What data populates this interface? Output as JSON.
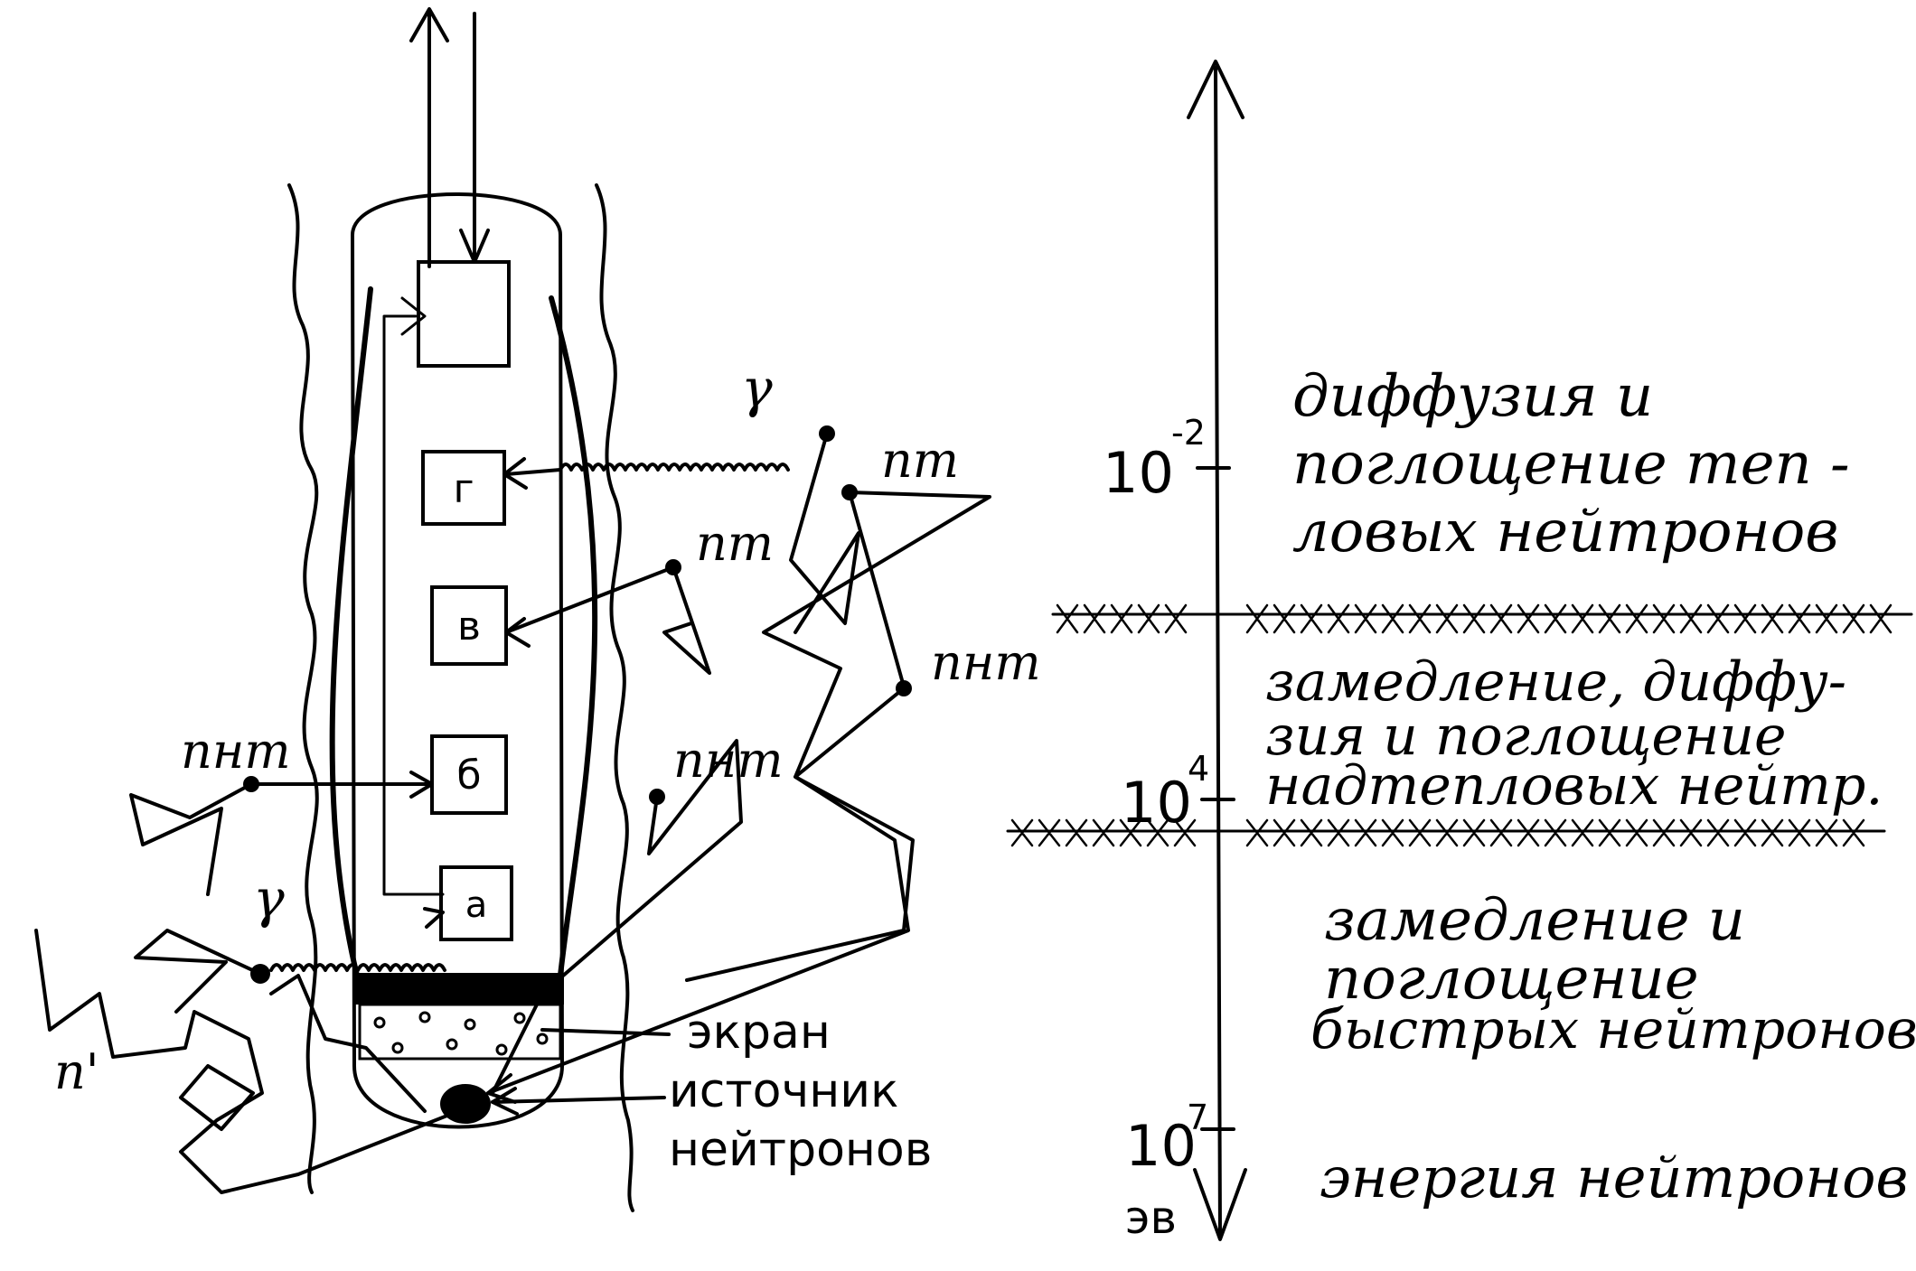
{
  "tool": {
    "blocks": [
      "г",
      "в",
      "б",
      "а"
    ],
    "top_block": "",
    "screen_label": "экран",
    "source_label_line1": "источник",
    "source_label_line2": "нейтронов"
  },
  "particles": {
    "gamma_upper": "γ",
    "gamma_lower": "γ",
    "n_t_a": "nт",
    "n_t_b": "nт",
    "n_nt_a": "nнт",
    "n_nt_b": "nнт",
    "n_nt_c": "nнт",
    "n_prime": "n'"
  },
  "energy_axis": {
    "tick_1e-2": "10",
    "tick_1e-2_exp": "-2",
    "tick_1e4": "10",
    "tick_1e4_exp": "4",
    "tick_1e7": "10",
    "tick_1e7_exp": "7",
    "unit": "эв",
    "axis_label": "энергия нейтронов"
  },
  "zones": {
    "thermal_line1": "диффузия и",
    "thermal_line2": "поглощение теп -",
    "thermal_line3": "ловых нейтронов",
    "epithermal_line1": "замедление, диффу-",
    "epithermal_line2": "зия и поглощение",
    "epithermal_line3": "надтепловых нейтр.",
    "fast_line1": "замедление и",
    "fast_line2": "поглощение",
    "fast_line3": "быстрых нейтронов"
  }
}
